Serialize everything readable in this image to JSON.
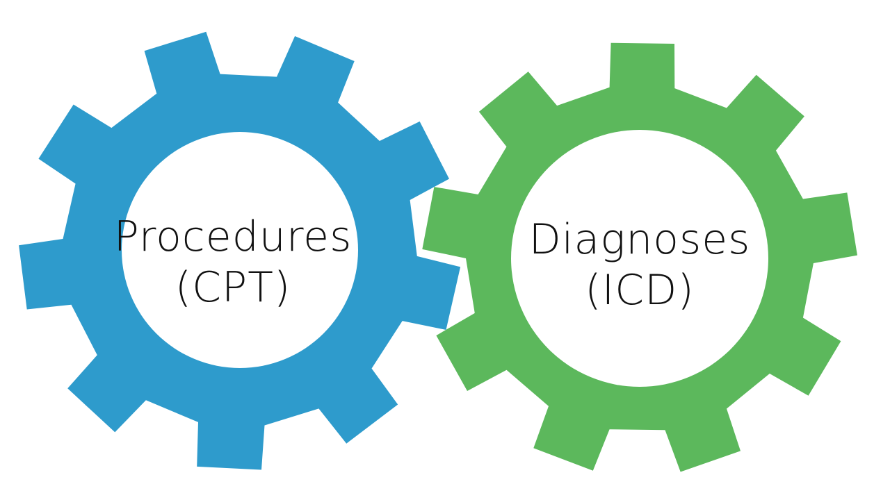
{
  "diagram": {
    "gears": [
      {
        "id": "procedures",
        "title": "Procedures",
        "subtitle": "(CPT)",
        "color": "#2e9bcc",
        "inner_color": "#ffffff"
      },
      {
        "id": "diagnoses",
        "title": "Diagnoses",
        "subtitle": "(ICD)",
        "color": "#5cb85c",
        "inner_color": "#ffffff"
      }
    ],
    "text_color": "#111111",
    "background": "#ffffff"
  }
}
